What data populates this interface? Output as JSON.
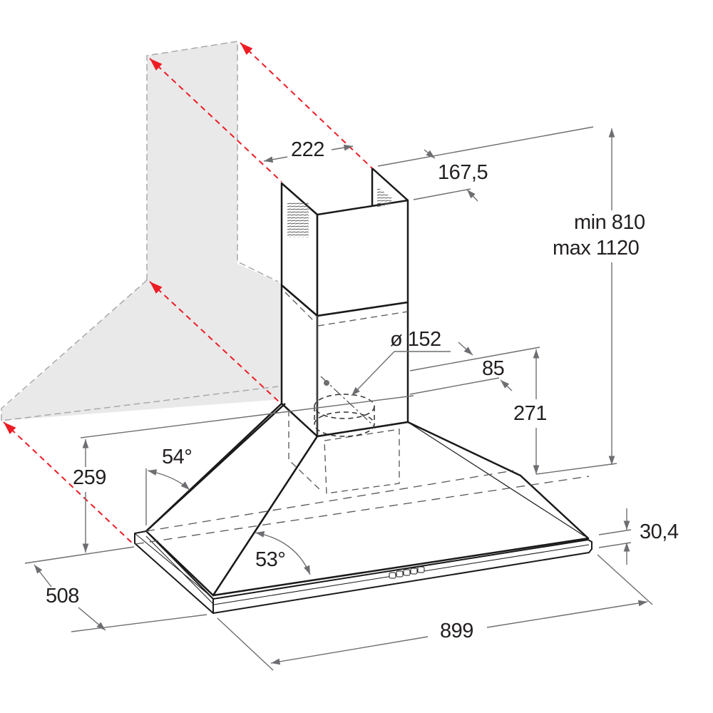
{
  "diagram": {
    "subject": "Chimney cooker hood dimensional drawing",
    "units": "mm",
    "colors": {
      "line": "#1a1a1a",
      "dimension_line": "#6d6e71",
      "wall_fill": "#e9e9e9",
      "wall_outline": "#a7a9ac",
      "projection_line": "#ed1c24",
      "text": "#231f20"
    },
    "dimensions": {
      "chimney_width": "222",
      "chimney_depth": "167,5",
      "height_range": {
        "min_label": "min",
        "min_value": "810",
        "max_label": "max",
        "max_value": "1120"
      },
      "duct_diameter": "ø 152",
      "duct_offset": "85",
      "canopy_upper_height": "271",
      "canopy_height": "259",
      "front_lip_height": "30,4",
      "depth": "508",
      "width": "899"
    },
    "angles": {
      "side_angle": "54°",
      "front_angle": "53°"
    },
    "control_panel": {
      "button_count": 5
    }
  }
}
